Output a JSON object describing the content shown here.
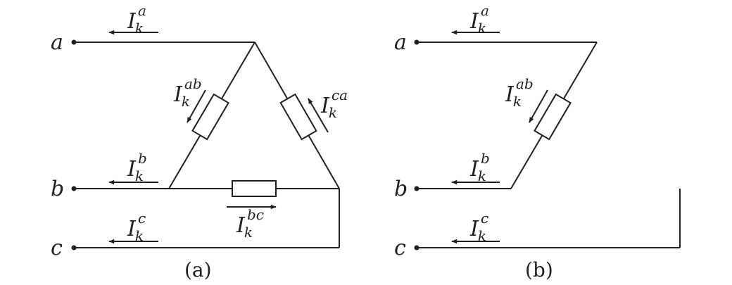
{
  "colors": {
    "ink": "#231f20",
    "background": "#ffffff"
  },
  "diagrams": {
    "a": {
      "caption": "(a)",
      "nodes": {
        "a": "a",
        "b": "b",
        "c": "c"
      },
      "currents": {
        "a": {
          "main": "I",
          "sub": "k",
          "sup": "a"
        },
        "b": {
          "main": "I",
          "sub": "k",
          "sup": "b"
        },
        "c": {
          "main": "I",
          "sub": "k",
          "sup": "c"
        },
        "ab": {
          "main": "I",
          "sub": "k",
          "sup": "ab"
        },
        "bc": {
          "main": "I",
          "sub": "k",
          "sup": "bc"
        },
        "ca": {
          "main": "I",
          "sub": "k",
          "sup": "ca"
        }
      }
    },
    "b": {
      "caption": "(b)",
      "nodes": {
        "a": "a",
        "b": "b",
        "c": "c"
      },
      "currents": {
        "a": {
          "main": "I",
          "sub": "k",
          "sup": "a"
        },
        "b": {
          "main": "I",
          "sub": "k",
          "sup": "b"
        },
        "c": {
          "main": "I",
          "sub": "k",
          "sup": "c"
        },
        "ab": {
          "main": "I",
          "sub": "k",
          "sup": "ab"
        }
      }
    }
  }
}
